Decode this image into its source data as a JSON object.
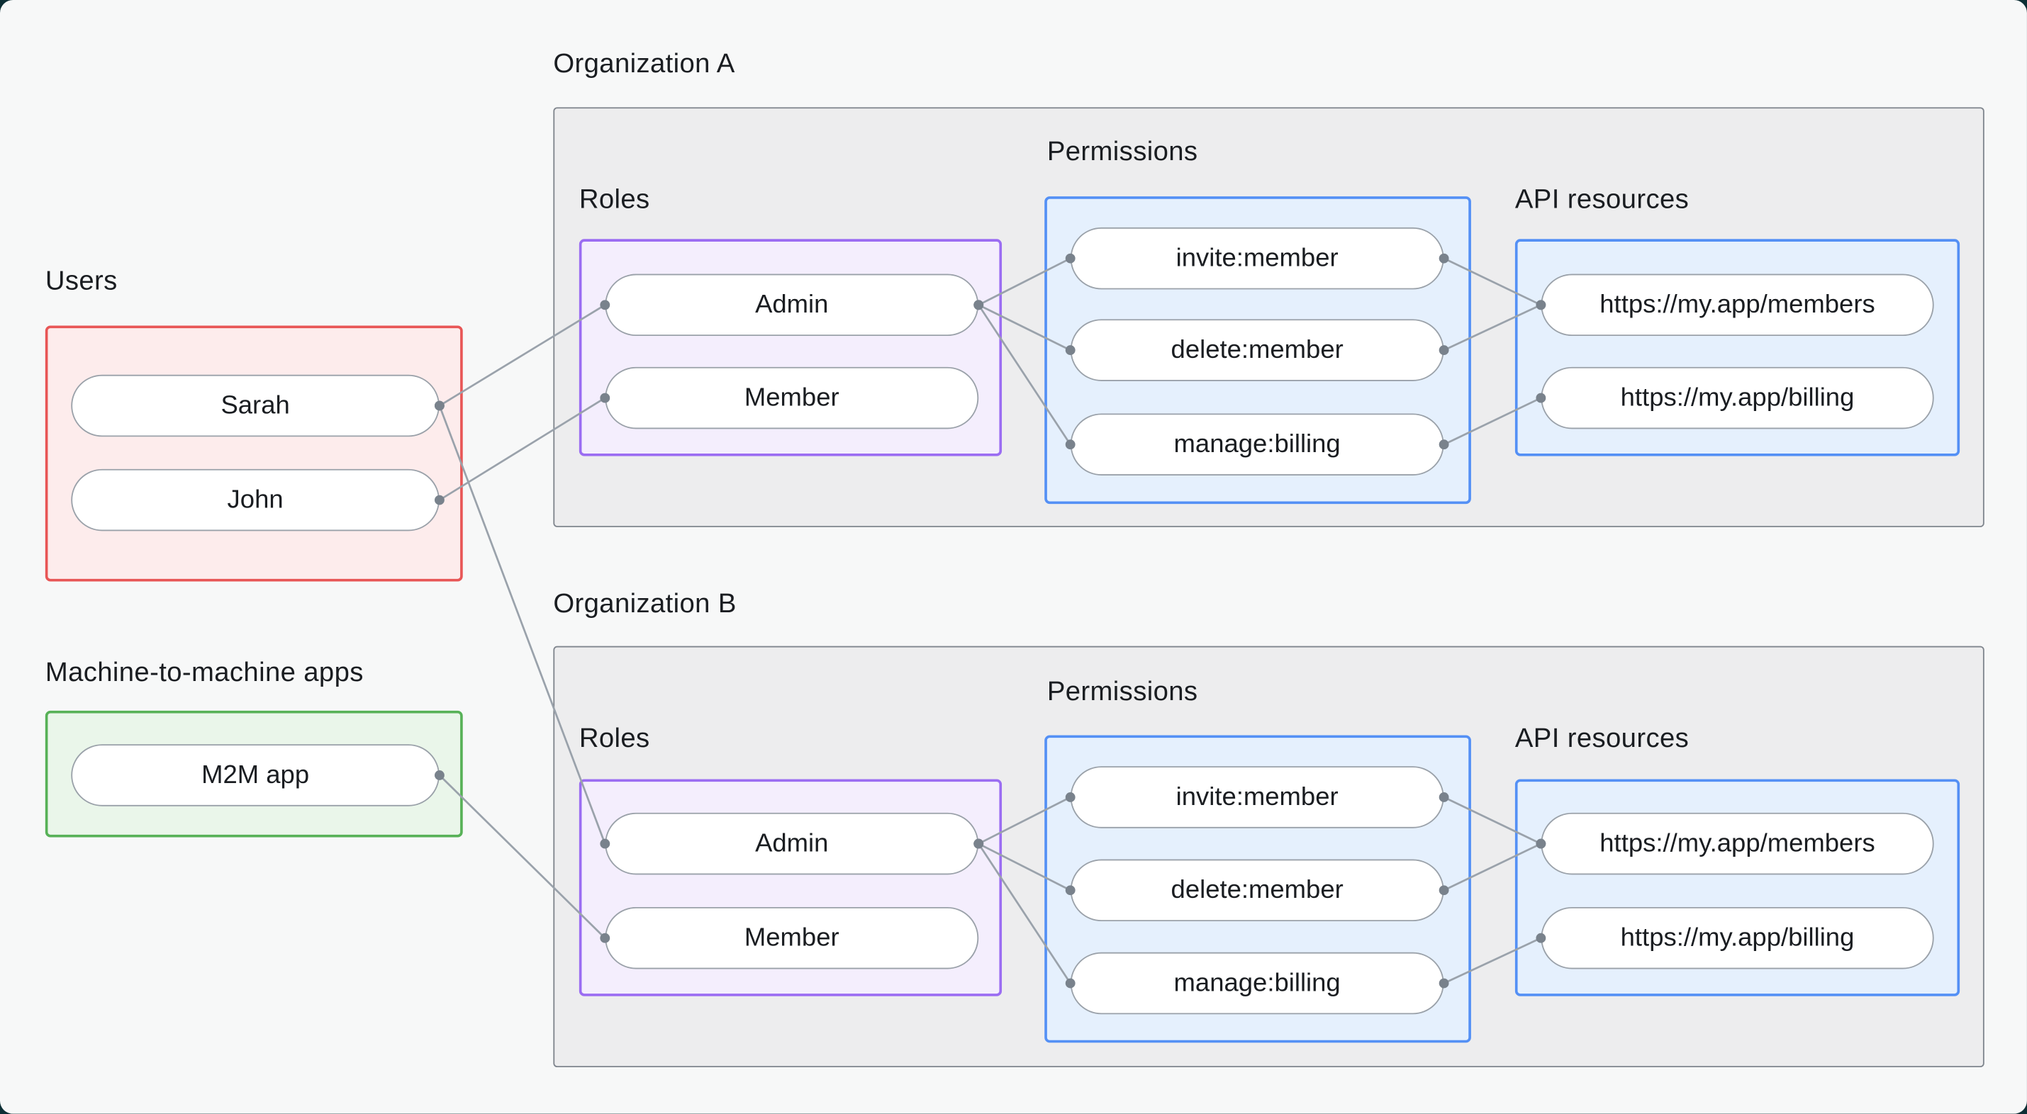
{
  "colors": {
    "page_bg": "#f7f8f8",
    "outer_bg": "#0d2f35",
    "org_fill": "#ededee",
    "org_border": "#7f858d",
    "users_fill": "#fdecec",
    "users_border": "#e85656",
    "m2m_fill": "#eaf6ea",
    "m2m_border": "#57b157",
    "roles_fill": "#f4eefd",
    "roles_border": "#9b6df2",
    "perm_fill": "#e5f0fd",
    "perm_border": "#5490f5",
    "pill_fill": "#ffffff",
    "pill_border": "#9aa1a9",
    "line": "#9aa2ab",
    "dot": "#79828c",
    "text": "#1a1d21"
  },
  "users": {
    "label": "Users",
    "items": [
      {
        "label": "Sarah"
      },
      {
        "label": "John"
      }
    ]
  },
  "m2m": {
    "label": "Machine-to-machine apps",
    "items": [
      {
        "label": "M2M app"
      }
    ]
  },
  "orgs": [
    {
      "title": "Organization A",
      "roles_label": "Roles",
      "permissions_label": "Permissions",
      "api_label": "API resources",
      "roles": [
        "Admin",
        "Member"
      ],
      "permissions": [
        "invite:member",
        "delete:member",
        "manage:billing"
      ],
      "apis": [
        "https://my.app/members",
        "https://my.app/billing"
      ]
    },
    {
      "title": "Organization B",
      "roles_label": "Roles",
      "permissions_label": "Permissions",
      "api_label": "API resources",
      "roles": [
        "Admin",
        "Member"
      ],
      "permissions": [
        "invite:member",
        "delete:member",
        "manage:billing"
      ],
      "apis": [
        "https://my.app/members",
        "https://my.app/billing"
      ]
    }
  ],
  "edges": [
    {
      "from": "user-sarah",
      "to": "orga-role-admin"
    },
    {
      "from": "user-john",
      "to": "orga-role-member"
    },
    {
      "from": "user-sarah",
      "to": "orgb-role-admin"
    },
    {
      "from": "m2m-app",
      "to": "orgb-role-member"
    },
    {
      "from": "orga-role-admin",
      "to": "orga-perm-invite"
    },
    {
      "from": "orga-role-admin",
      "to": "orga-perm-delete"
    },
    {
      "from": "orga-role-admin",
      "to": "orga-perm-manage"
    },
    {
      "from": "orga-perm-invite",
      "to": "orga-api-members"
    },
    {
      "from": "orga-perm-delete",
      "to": "orga-api-members"
    },
    {
      "from": "orga-perm-manage",
      "to": "orga-api-billing"
    },
    {
      "from": "orgb-role-admin",
      "to": "orgb-perm-invite"
    },
    {
      "from": "orgb-role-admin",
      "to": "orgb-perm-delete"
    },
    {
      "from": "orgb-role-admin",
      "to": "orgb-perm-manage"
    },
    {
      "from": "orgb-perm-invite",
      "to": "orgb-api-members"
    },
    {
      "from": "orgb-perm-delete",
      "to": "orgb-api-members"
    },
    {
      "from": "orgb-perm-manage",
      "to": "orgb-api-billing"
    }
  ]
}
